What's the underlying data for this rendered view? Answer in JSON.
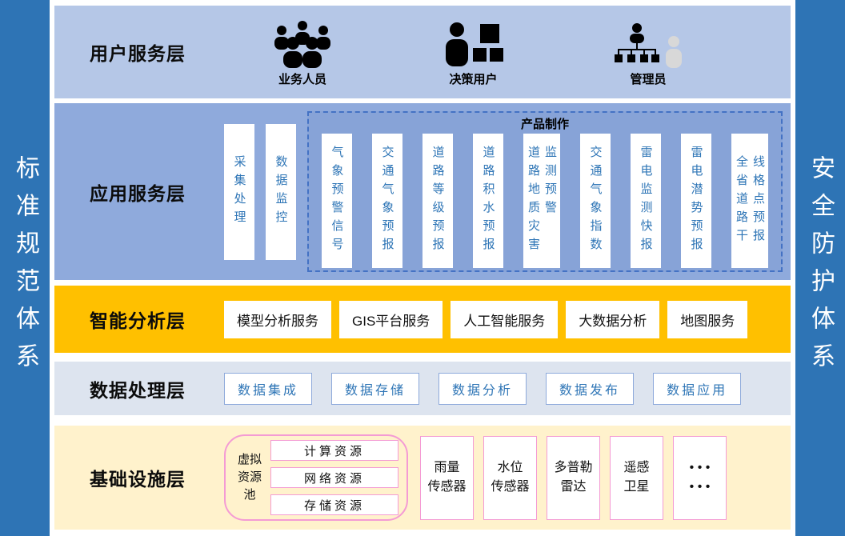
{
  "colors": {
    "sidebar-blue": "#2E74B5",
    "layer-user-bg": "#B5C7E7",
    "layer-app-bg": "#8FAADC",
    "layer-analysis-bg": "#FFC000",
    "layer-data-bg": "#DDE4EF",
    "layer-infra-bg": "#FFF2CC",
    "card-text-blue": "#2E75B6",
    "dashed-border": "#4472C4",
    "data-card-border": "#8EAADB",
    "pink-border": "#F49BD4"
  },
  "sidebars": {
    "left": "标准规范体系",
    "right": "安全防护体系"
  },
  "layers": {
    "user": {
      "title": "用户服务层",
      "roles": [
        {
          "label": "业务人员",
          "icon": "users-group-icon"
        },
        {
          "label": "决策用户",
          "icon": "decision-user-icon"
        },
        {
          "label": "管理员",
          "icon": "admin-org-icon"
        }
      ]
    },
    "app": {
      "title": "应用服务层",
      "standalone_cards": [
        "采集处理",
        "数据监控"
      ],
      "product_box": {
        "title": "产品制作",
        "cards": [
          "气象预警信号",
          "交通气象预报",
          "道路等级预报",
          "道路积水预报",
          "道路地质灾害\n监测预警",
          "交通气象指数",
          "雷电监测快报",
          "雷电潜势预报",
          "全省道路干\n线格点预报"
        ]
      }
    },
    "analysis": {
      "title": "智能分析层",
      "cards": [
        "模型分析服务",
        "GIS平台服务",
        "人工智能服务",
        "大数据分析",
        "地图服务"
      ]
    },
    "data": {
      "title": "数据处理层",
      "cards": [
        "数据集成",
        "数据存储",
        "数据分析",
        "数据发布",
        "数据应用"
      ]
    },
    "infra": {
      "title": "基础设施层",
      "resource_pool": {
        "label": "虚拟资源池",
        "items": [
          "计算资源",
          "网络资源",
          "存储资源"
        ]
      },
      "devices": [
        "雨量\n传感器",
        "水位\n传感器",
        "多普勒\n雷达",
        "遥感\n卫星",
        "• • •\n• • •"
      ]
    }
  }
}
